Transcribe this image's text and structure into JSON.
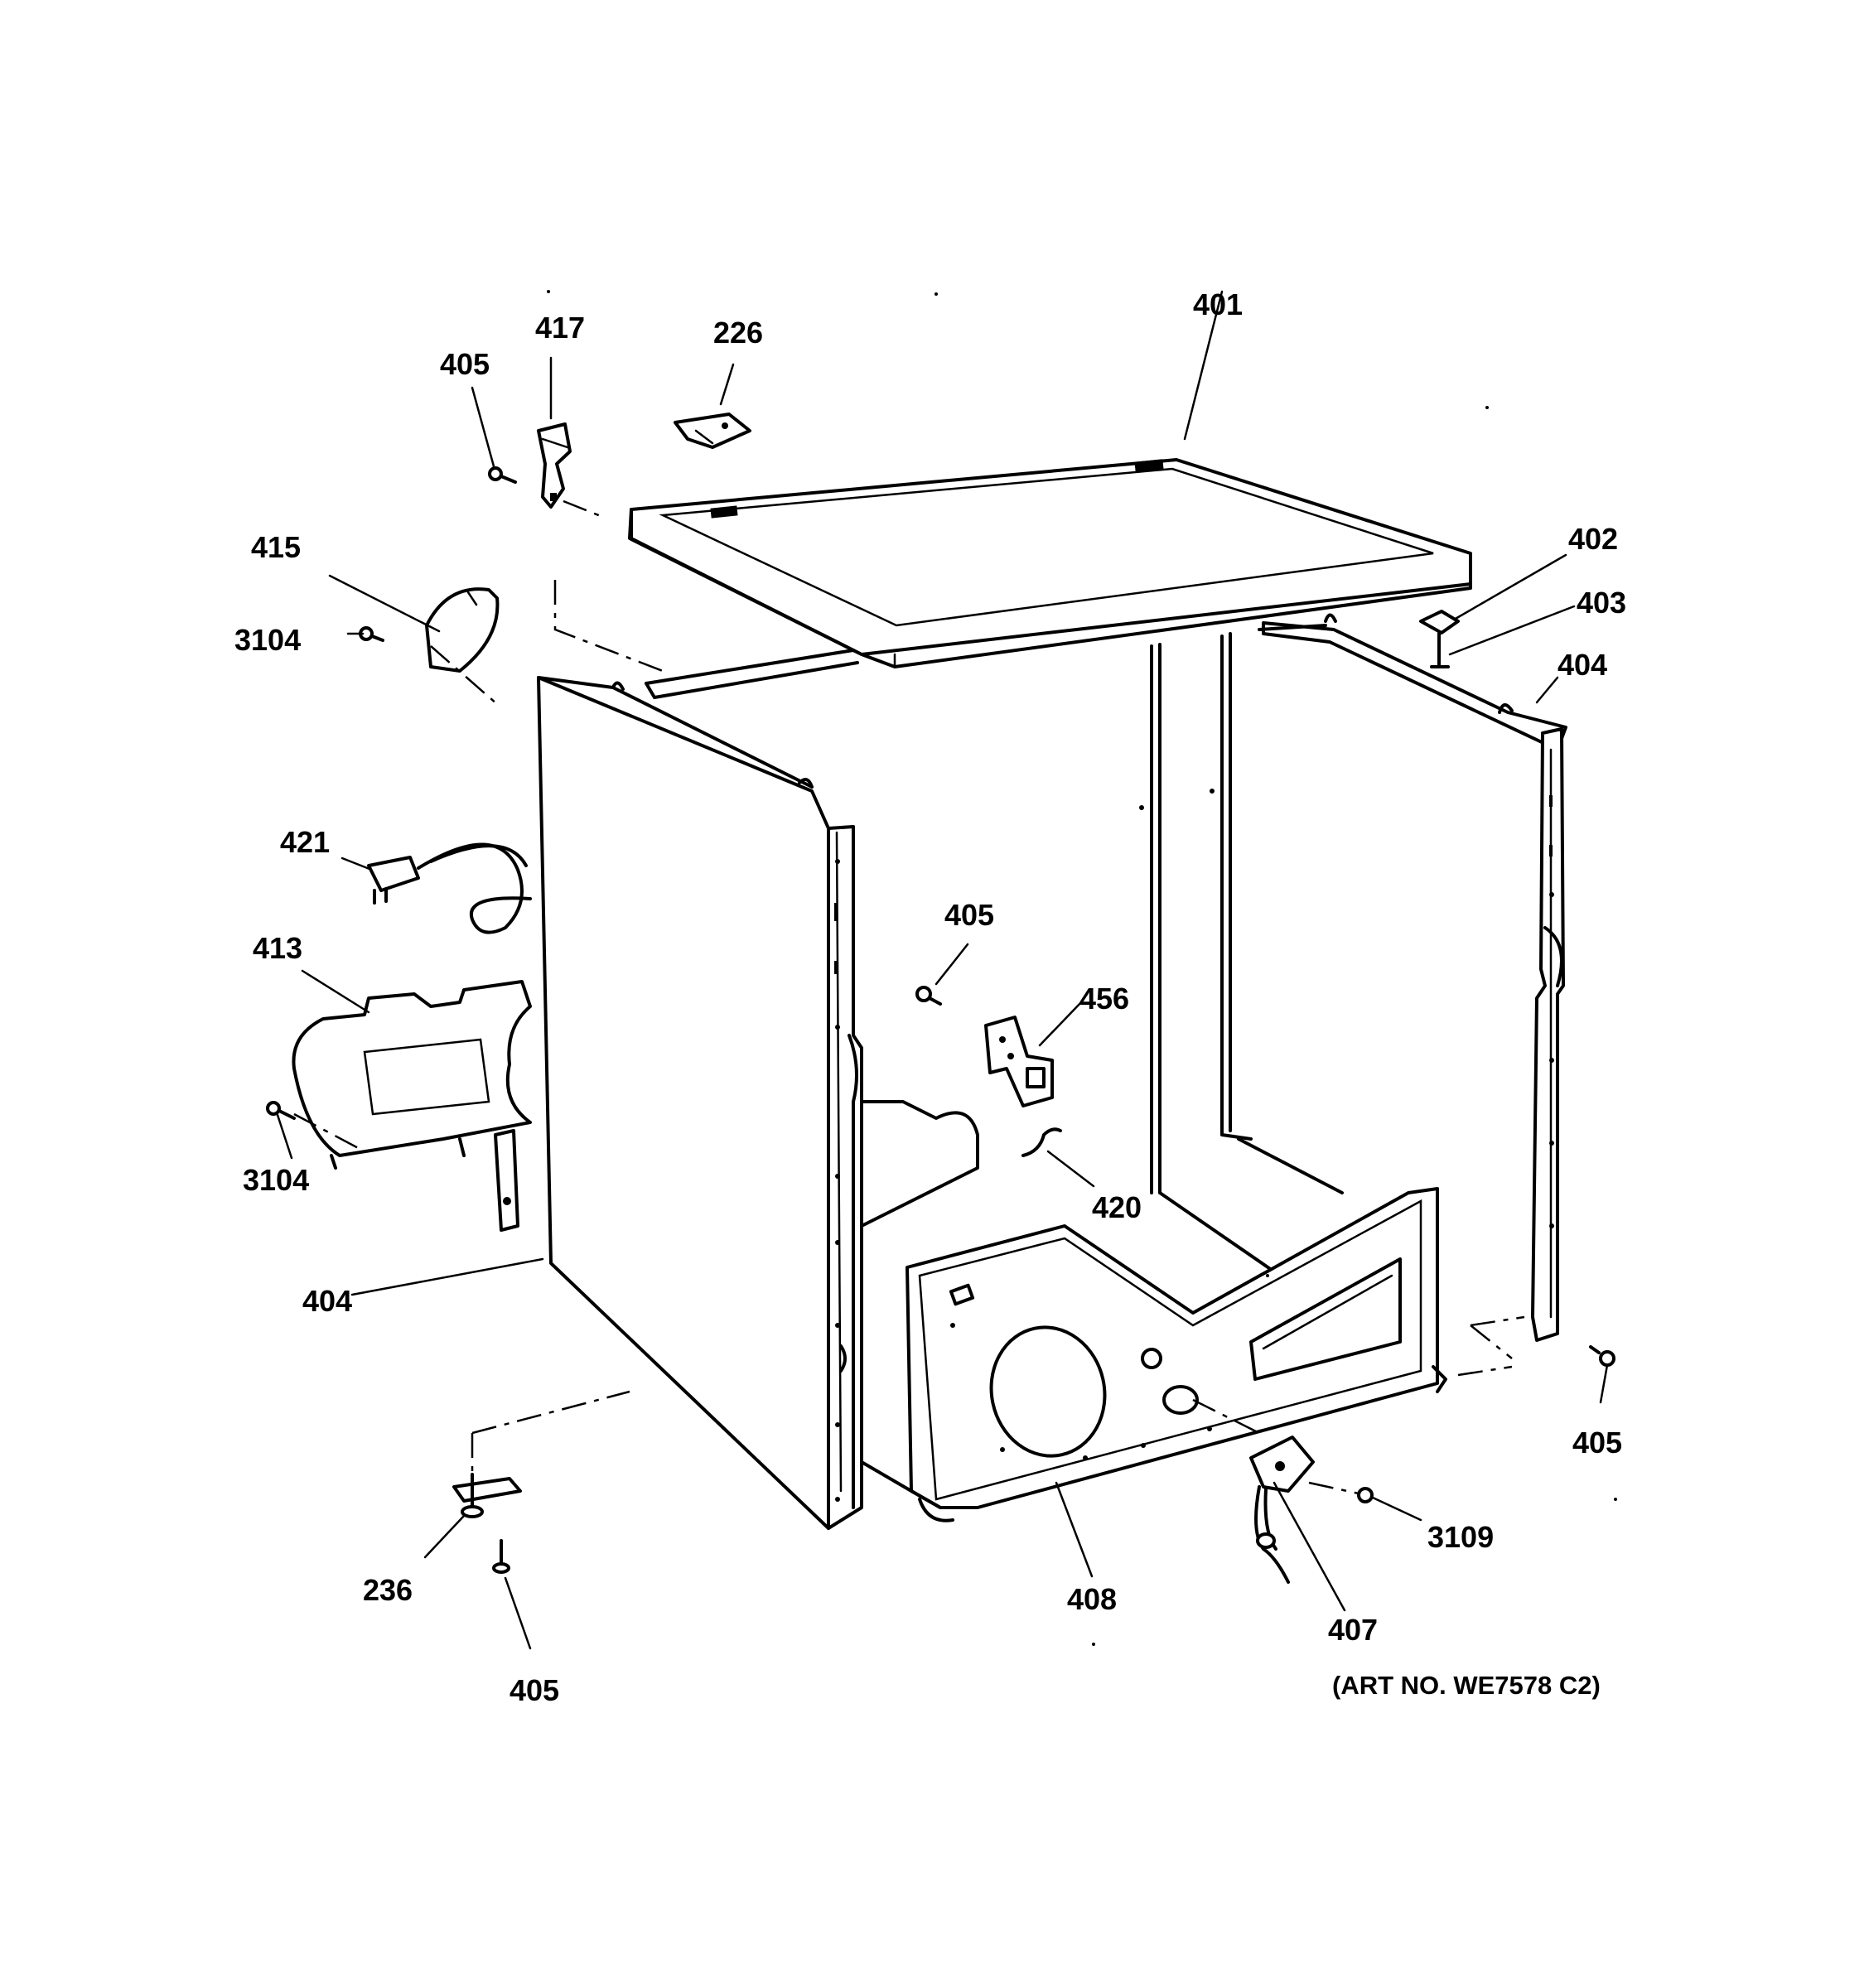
{
  "diagram": {
    "labels": {
      "l401": "401",
      "l417": "417",
      "l226": "226",
      "l405a": "405",
      "l415": "415",
      "l3104a": "3104",
      "l402": "402",
      "l403": "403",
      "l404a": "404",
      "l421": "421",
      "l405b": "405",
      "l456": "456",
      "l413": "413",
      "l3104b": "3104",
      "l420": "420",
      "l404b": "404",
      "l405c": "405",
      "l3109": "3109",
      "l236": "236",
      "l408": "408",
      "l407": "407",
      "l405d": "405"
    },
    "art_no": "(ART NO. WE7578 C2)"
  }
}
